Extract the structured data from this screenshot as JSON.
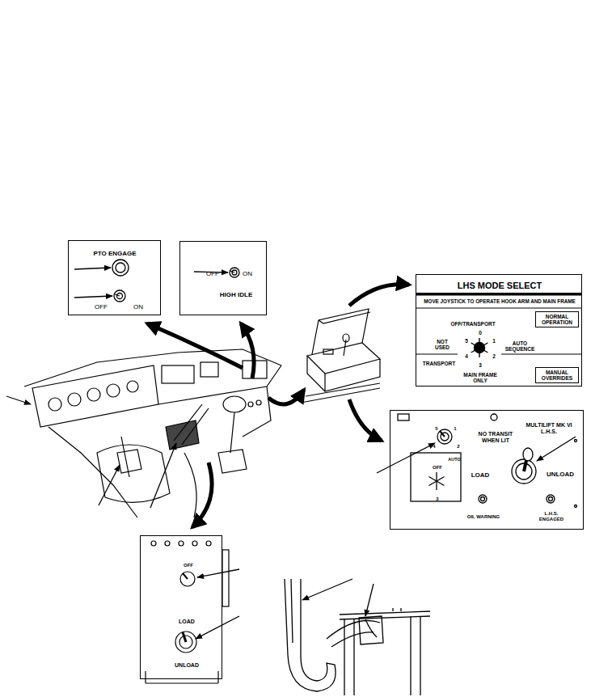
{
  "diagram": {
    "nodes": [
      {
        "text": [
          "PTO ENGAGE",
          "OFF",
          "ON"
        ]
      },
      {
        "text": [
          "OFF",
          "ON",
          "HIGH IDLE"
        ]
      },
      {
        "text": [
          "LHS MODE SELECT",
          "MOVE JOYSTICK TO OPERATE HOOK ARM AND MAIN FRAME",
          "OFF/TRANSPORT",
          "0",
          "5",
          "1",
          "NOT USED",
          "AUTO SEQUENCE",
          "4",
          "2",
          "TRANSPORT",
          "3",
          "MAIN FRAME ONLY"
        ]
      },
      {
        "text": [
          "NORMAL OPERATION"
        ],
        "in": 2
      },
      {
        "text": [
          "MANUAL OVERRIDES"
        ],
        "in": 2
      },
      {
        "text": [
          "MULTILIFT MK VI L.H.S.",
          "NO TRANSIT WHEN LIT",
          "LOAD",
          "UNLOAD",
          "OIL WARNING",
          "L.H.S. ENGAGED",
          "5",
          "1",
          "4",
          "2",
          "OFF",
          "AUTO",
          "3"
        ]
      },
      {
        "text": [
          "OFF",
          "LOAD",
          "UNLOAD"
        ]
      }
    ]
  }
}
